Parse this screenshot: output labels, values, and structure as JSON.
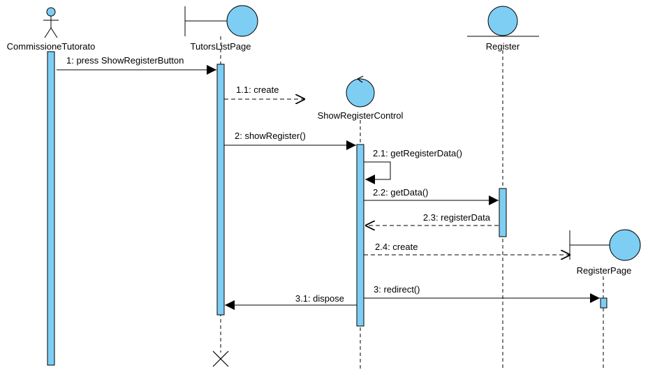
{
  "participants": {
    "commissione": {
      "label": "CommissioneTutorato",
      "kind": "actor"
    },
    "tutors_list_page": {
      "label": "TutorsListPage",
      "kind": "boundary"
    },
    "show_register_control": {
      "label": "ShowRegisterControl",
      "kind": "control"
    },
    "register": {
      "label": "Register",
      "kind": "entity"
    },
    "register_page": {
      "label": "RegisterPage",
      "kind": "boundary"
    }
  },
  "messages": {
    "m1": "1: press ShowRegisterButton",
    "m1_1": "1.1: create",
    "m2": "2: showRegister()",
    "m2_1": "2.1: getRegisterData()",
    "m2_2": "2.2: getData()",
    "m2_3": "2.3: registerData",
    "m2_4": "2.4: create",
    "m3": "3: redirect()",
    "m3_1": "3.1: dispose"
  },
  "colors": {
    "fill": "#7ecef4",
    "line": "#000000",
    "background": "#ffffff"
  }
}
